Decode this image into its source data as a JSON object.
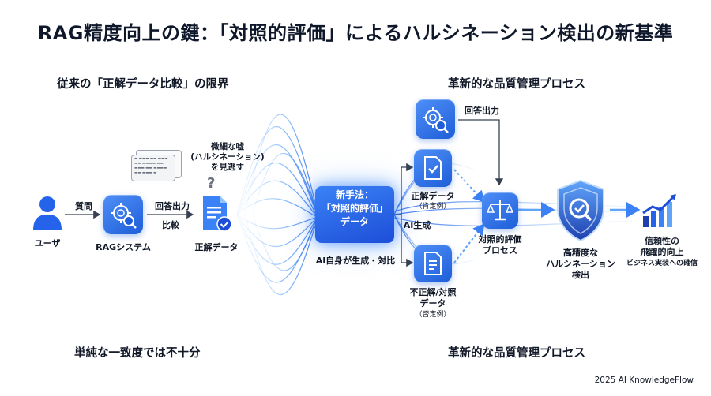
{
  "title": "RAG精度向上の鍵：「対照的評価」によるハルシネーション検出の新基準",
  "sections": {
    "top_left": "従来の「正解データ比較」の限界",
    "top_right": "革新的な品質管理プロセス",
    "bottom_left": "単純な一致度では不十分",
    "bottom_right": "革新的な品質管理プロセス"
  },
  "nodes": {
    "user": "ユーザ",
    "rag": "RAGシステム",
    "answer": "正解データ",
    "center_line1": "新手法：",
    "center_line2": "「対照的評価」",
    "center_line3": "データ",
    "positive_line1": "正解データ",
    "positive_line2": "（肯定例）",
    "negative_line1": "不正解/対照",
    "negative_line2": "データ",
    "negative_line3": "（否定例）",
    "compare_line1": "対照的評価",
    "compare_line2": "プロセス",
    "detect_line1": "高精度な",
    "detect_line2": "ハルシネーション",
    "detect_line3": "検出",
    "trust_line1": "信頼性の",
    "trust_line2": "飛躍的向上",
    "trust_line3": "ビジネス実装への確信"
  },
  "edges": {
    "question": "質問",
    "output1": "回答出力",
    "compare": "比較",
    "output2": "回答出力",
    "ai_gen": "AI生成",
    "ai_self": "AI自身が生成・対比"
  },
  "annotation": {
    "line1": "微細な嘘",
    "line2": "(ハルシネーション)",
    "line3": "を見逃す",
    "mark": "?"
  },
  "footer": "2025 AI KnowledgeFlow",
  "colors": {
    "primary": "#1e5ed8",
    "accent": "#3b82f6",
    "flow": "#60a5fa"
  }
}
